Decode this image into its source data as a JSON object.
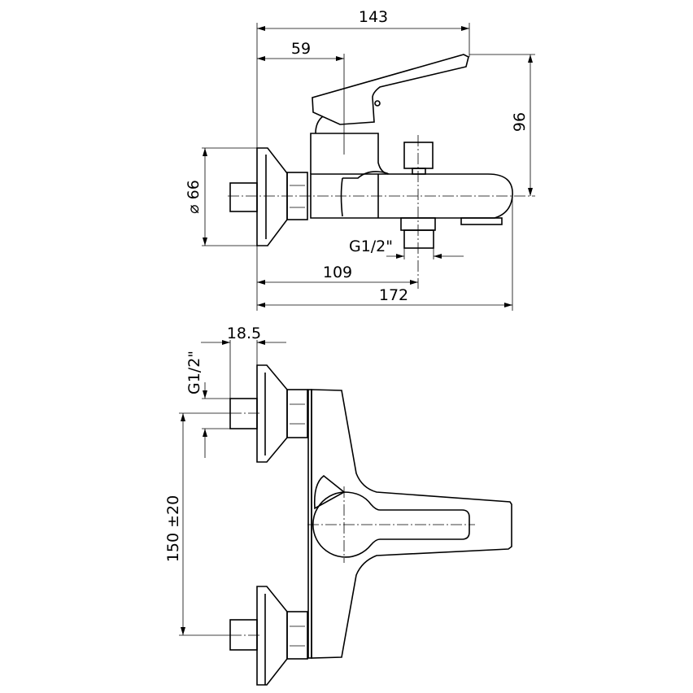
{
  "title": "Bath mixer dimension drawing",
  "side_view": {
    "dims": {
      "overall_top": "143",
      "lever_axis": "59",
      "height": "96",
      "flange_diameter": "⌀ 66",
      "outlet_thread": "G1/2\"",
      "outlet_axis": "109",
      "overall_length": "172"
    }
  },
  "front_view": {
    "dims": {
      "pipe_length": "18.5",
      "inlet_thread": "G1/2\"",
      "inlet_spacing": "150 ±20"
    }
  },
  "colors": {
    "line": "#000000",
    "background": "#ffffff"
  }
}
